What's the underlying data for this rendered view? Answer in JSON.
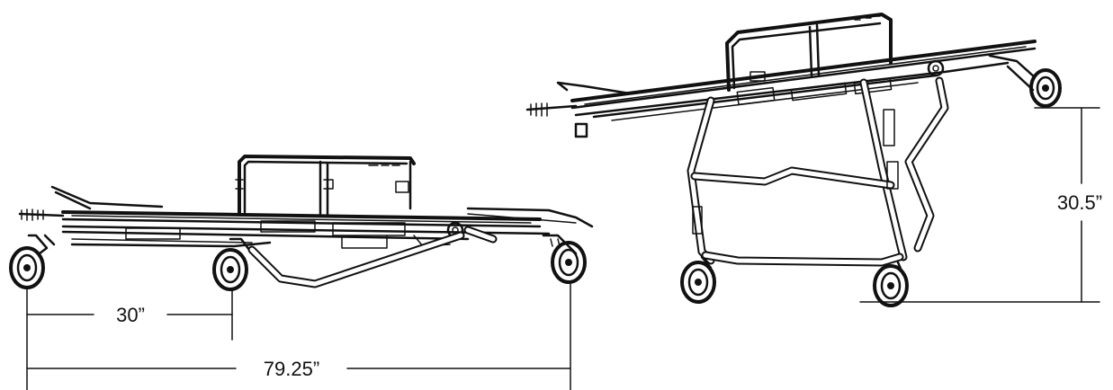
{
  "dimensions": {
    "wheelbase_short": "30”",
    "overall_length": "79.25”",
    "height": "30.5”"
  },
  "colors": {
    "line": "#111111",
    "background": "#ffffff"
  }
}
